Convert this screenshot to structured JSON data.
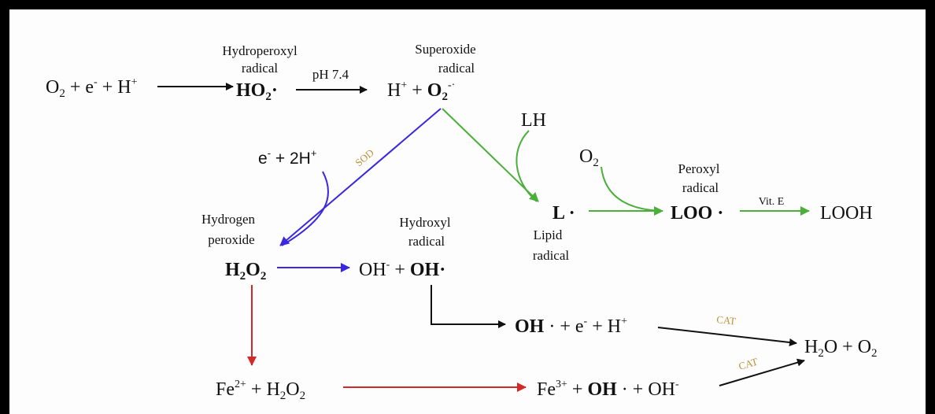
{
  "labels": {
    "hydroperoxyl": [
      "Hydroperoxyl",
      "radical"
    ],
    "superoxide": [
      "Superoxide",
      "radical"
    ],
    "hydrogen_peroxide": [
      "Hydrogen",
      "peroxide"
    ],
    "hydroxyl": [
      "Hydroxyl",
      "radical"
    ],
    "lipid": [
      "Lipid",
      "radical"
    ],
    "peroxyl": [
      "Peroxyl",
      "radical"
    ]
  },
  "conditions": {
    "ph": "pH 7.4",
    "sod": "SOD",
    "vit_e": "Vit. E",
    "cat1": "CAT",
    "cat2": "CAT"
  },
  "species": {
    "lh": "LH",
    "looh": "LOOH"
  },
  "colors": {
    "black": "#111111",
    "blue": "#3a28e0",
    "green": "#4caf3c",
    "red": "#d62828",
    "enzyme": "#b8923a"
  }
}
